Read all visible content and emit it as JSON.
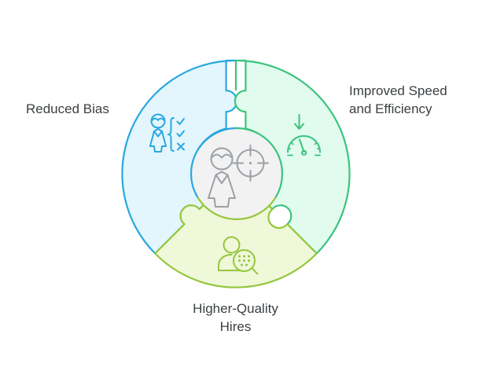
{
  "diagram": {
    "type": "puzzle-circle-3-segment",
    "title_visible": false,
    "background_color": "#ffffff",
    "text_color": "#3c4043",
    "center": {
      "label": "",
      "fill_color": "#f2f2f2",
      "icons": [
        {
          "name": "person-icon",
          "color": "#9aa0a6"
        },
        {
          "name": "target-crosshair-icon",
          "color": "#9aa0a6"
        }
      ]
    },
    "segments": [
      {
        "id": "reduced-bias",
        "label": "Reduced Bias",
        "position": "left",
        "fill_color": "#e3f6fd",
        "stroke_color": "#29a8e0",
        "icon_color": "#29a8e0",
        "icons": [
          {
            "name": "person-with-checklist-icon"
          },
          {
            "name": "check-mark-icon"
          },
          {
            "name": "check-mark-icon"
          },
          {
            "name": "cross-mark-icon"
          }
        ]
      },
      {
        "id": "improved-speed-and-efficiency",
        "label": "Improved Speed\nand Efficiency",
        "position": "right",
        "fill_color": "#e1fbee",
        "stroke_color": "#3cc37f",
        "icon_color": "#3cc37f",
        "icons": [
          {
            "name": "speedometer-gauge-icon"
          },
          {
            "name": "arrow-down-icon"
          }
        ]
      },
      {
        "id": "higher-quality-hires",
        "label": "Higher-Quality\nHires",
        "position": "bottom",
        "fill_color": "#eff8d9",
        "stroke_color": "#96c63d",
        "icon_color": "#96c63d",
        "icons": [
          {
            "name": "person-with-magnifier-icon"
          }
        ]
      }
    ]
  }
}
